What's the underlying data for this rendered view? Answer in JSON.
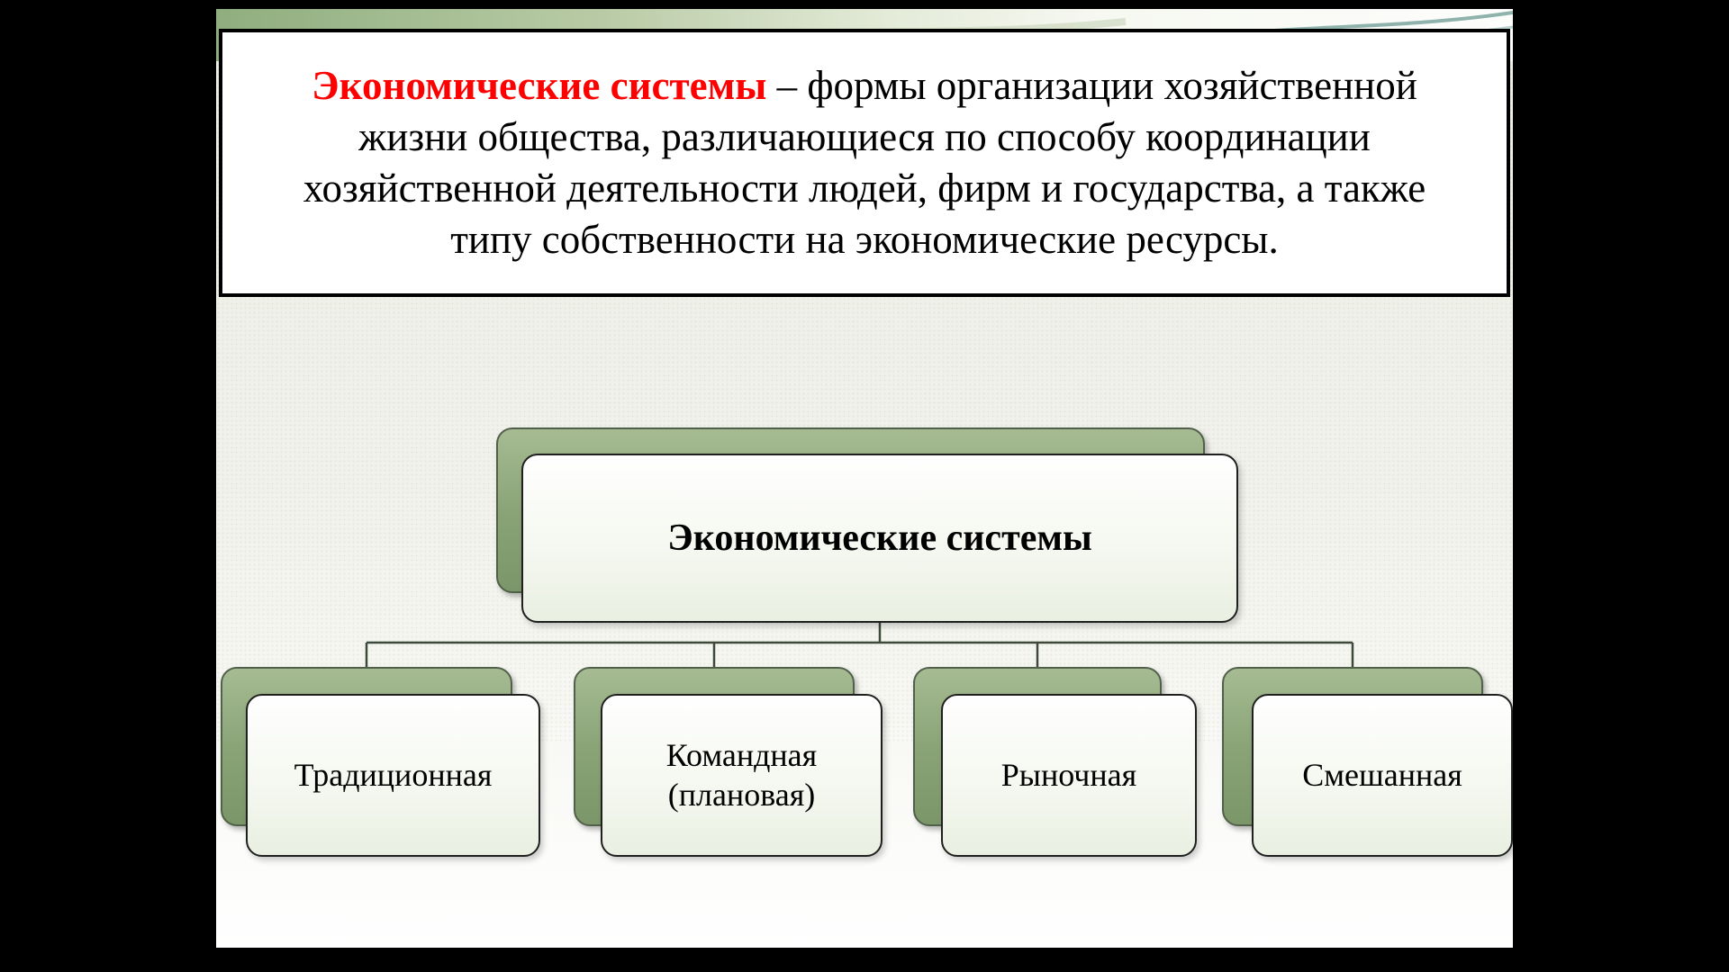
{
  "slide": {
    "definition": {
      "term": "Экономические системы",
      "body": "– формы организации хозяйственной жизни общества, различающиеся по способу координации хозяйственной деятельности людей, фирм и государства, а также типу собственности на экономические ресурсы."
    },
    "diagram": {
      "root_label": "Экономические системы",
      "children": [
        {
          "label": "Традиционная"
        },
        {
          "label": "Командная (плановая)"
        },
        {
          "label": "Рыночная"
        },
        {
          "label": "Смешанная"
        }
      ]
    },
    "colors": {
      "term_red": "#ff0000",
      "node_green": "#8aa477",
      "node_green_border": "#51604a",
      "box_border": "#1f1f1f",
      "definition_border": "#000000",
      "connector": "#3e4a39",
      "slide_background": "#f0f1ea",
      "letterbox": "#000000"
    }
  }
}
